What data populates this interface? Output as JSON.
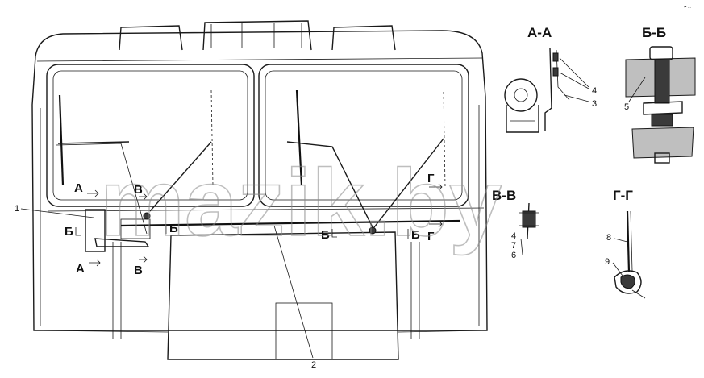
{
  "watermark": "mazik.by",
  "corner_mark": "‹• ...",
  "section_titles": {
    "aa": "А-А",
    "bb": "Б-Б",
    "vv": "В-В",
    "gg": "Г-Г"
  },
  "cut_marks": {
    "a": "А",
    "b": "Б",
    "v": "В",
    "g": "Г"
  },
  "part_numbers": {
    "p1": "1",
    "p2": "2",
    "p3": "3",
    "p4": "4",
    "p5": "5",
    "p6": "6",
    "p7": "7",
    "p8": "8",
    "p9": "9"
  }
}
